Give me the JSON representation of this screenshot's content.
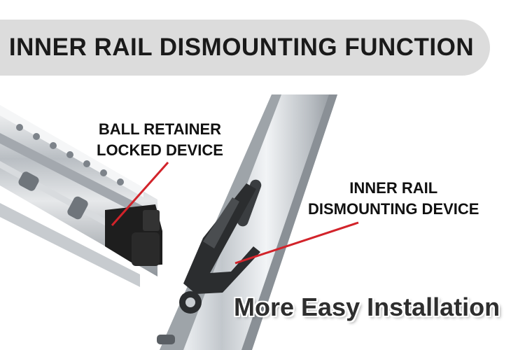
{
  "title": "INNER RAIL DISMOUNTING FUNCTION",
  "labels": {
    "ball_retainer": [
      "BALL RETAINER",
      "LOCKED DEVICE"
    ],
    "inner_rail": [
      "INNER RAIL",
      "DISMOUNTING DEVICE"
    ]
  },
  "caption": "More Easy Installation",
  "colors": {
    "title_background": "#dcdcdc",
    "title_text": "#1a1a1a",
    "pointer_line": "#d2232a",
    "rail_metal": "#c9cdd1",
    "lock_plastic": "#222222"
  }
}
